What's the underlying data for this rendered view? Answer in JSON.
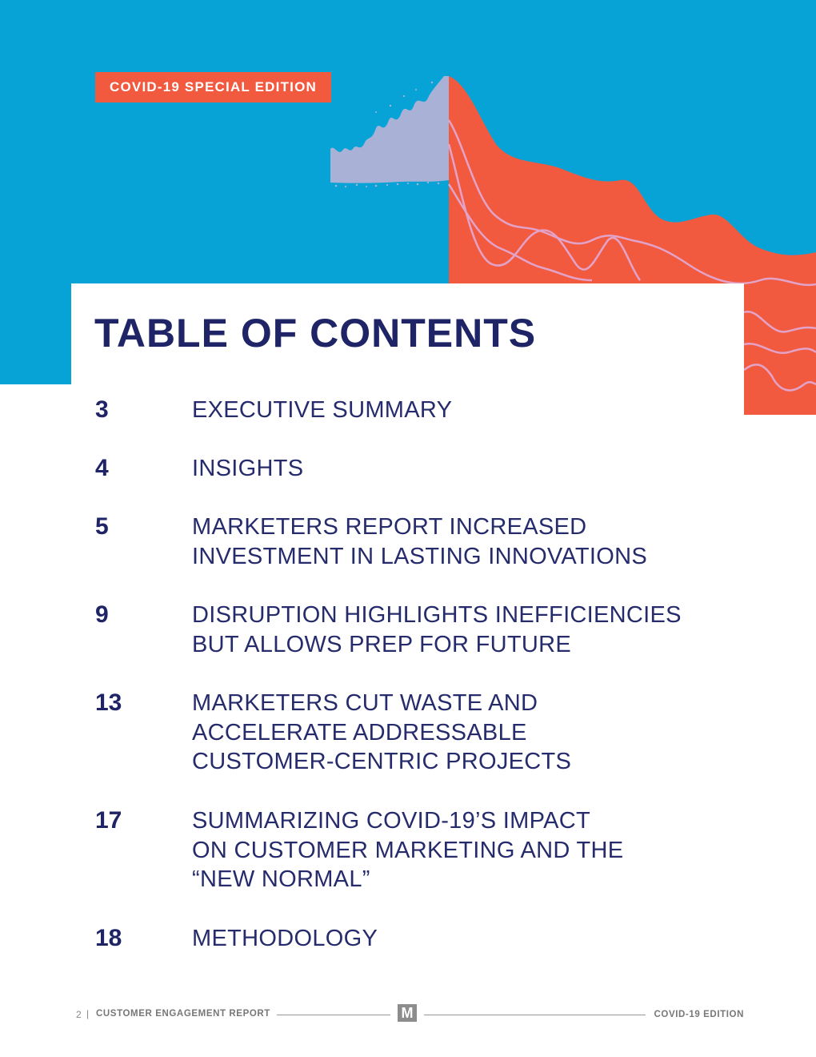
{
  "header": {
    "badge": "COVID-19 SPECIAL EDITION",
    "colors": {
      "blue": "#08a3d6",
      "coral": "#f25a40",
      "lavender": "#aab1d6",
      "navy": "#1e2466"
    }
  },
  "toc": {
    "title": "TABLE OF CONTENTS",
    "entries": [
      {
        "page": "3",
        "title": "EXECUTIVE SUMMARY"
      },
      {
        "page": "4",
        "title": "INSIGHTS"
      },
      {
        "page": "5",
        "title": "MARKETERS REPORT INCREASED\nINVESTMENT IN LASTING INNOVATIONS"
      },
      {
        "page": "9",
        "title": "DISRUPTION HIGHLIGHTS INEFFICIENCIES\nBUT ALLOWS PREP FOR FUTURE"
      },
      {
        "page": "13",
        "title": "MARKETERS CUT WASTE AND\nACCELERATE ADDRESSABLE\nCUSTOMER-CENTRIC PROJECTS"
      },
      {
        "page": "17",
        "title": "SUMMARIZING COVID-19’S IMPACT\nON CUSTOMER MARKETING AND THE\n“NEW NORMAL”"
      },
      {
        "page": "18",
        "title": "METHODOLOGY"
      }
    ]
  },
  "footer": {
    "page_number": "2",
    "separator": "|",
    "left_label": "CUSTOMER ENGAGEMENT REPORT",
    "logo": "M",
    "right_label": "COVID-19 EDITION"
  }
}
